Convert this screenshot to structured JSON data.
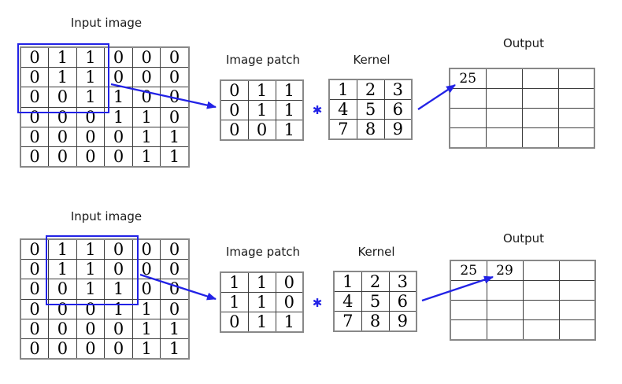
{
  "colors": {
    "accent": "#2222e6",
    "grid_line": "#3d3d3d",
    "text": "#1a1a1a"
  },
  "operator": "✱",
  "sections": [
    {
      "input_label": "Input image",
      "input_grid": [
        [
          0,
          1,
          1,
          0,
          0,
          0
        ],
        [
          0,
          1,
          1,
          0,
          0,
          0
        ],
        [
          0,
          0,
          1,
          1,
          0,
          0
        ],
        [
          0,
          0,
          0,
          1,
          1,
          0
        ],
        [
          0,
          0,
          0,
          0,
          1,
          1
        ],
        [
          0,
          0,
          0,
          0,
          1,
          1
        ]
      ],
      "highlight_region": {
        "row_start": 0,
        "col_start": 0,
        "rows": 3,
        "cols": 3
      },
      "patch_label": "Image patch",
      "patch_grid": [
        [
          0,
          1,
          1
        ],
        [
          0,
          1,
          1
        ],
        [
          0,
          0,
          1
        ]
      ],
      "kernel_label": "Kernel",
      "kernel_grid": [
        [
          1,
          2,
          3
        ],
        [
          4,
          5,
          6
        ],
        [
          7,
          8,
          9
        ]
      ],
      "output_label": "Output",
      "output_grid": [
        [
          "25",
          "",
          "",
          ""
        ],
        [
          "",
          "",
          "",
          ""
        ],
        [
          "",
          "",
          "",
          ""
        ],
        [
          "",
          "",
          "",
          ""
        ]
      ]
    },
    {
      "input_label": "Input image",
      "input_grid": [
        [
          0,
          1,
          1,
          0,
          0,
          0
        ],
        [
          0,
          1,
          1,
          0,
          0,
          0
        ],
        [
          0,
          0,
          1,
          1,
          0,
          0
        ],
        [
          0,
          0,
          0,
          1,
          1,
          0
        ],
        [
          0,
          0,
          0,
          0,
          1,
          1
        ],
        [
          0,
          0,
          0,
          0,
          1,
          1
        ]
      ],
      "highlight_region": {
        "row_start": 0,
        "col_start": 1,
        "rows": 3,
        "cols": 3
      },
      "patch_label": "Image patch",
      "patch_grid": [
        [
          1,
          1,
          0
        ],
        [
          1,
          1,
          0
        ],
        [
          0,
          1,
          1
        ]
      ],
      "kernel_label": "Kernel",
      "kernel_grid": [
        [
          1,
          2,
          3
        ],
        [
          4,
          5,
          6
        ],
        [
          7,
          8,
          9
        ]
      ],
      "output_label": "Output",
      "output_grid": [
        [
          "25",
          "29",
          "",
          ""
        ],
        [
          "",
          "",
          "",
          ""
        ],
        [
          "",
          "",
          "",
          ""
        ],
        [
          "",
          "",
          "",
          ""
        ]
      ]
    }
  ]
}
